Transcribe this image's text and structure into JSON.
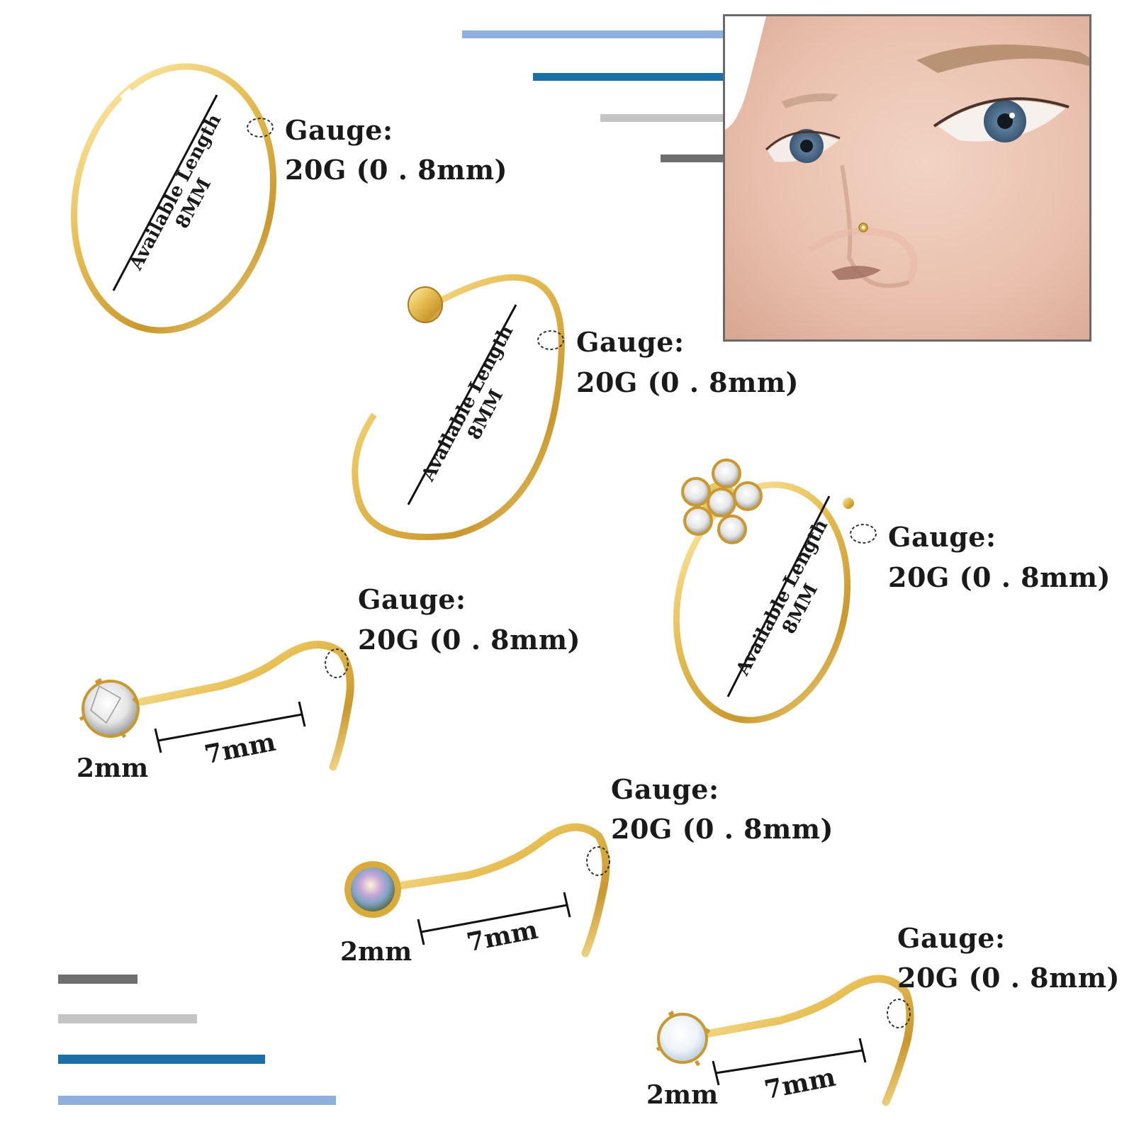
{
  "colors": {
    "gold_light": "#f6dc8a",
    "gold": "#d9ab3a",
    "gold_dark": "#a77b1a",
    "bar_light_blue": "#8fb0dc",
    "bar_blue": "#1a6fa6",
    "bar_light_gray": "#c4c4c4",
    "bar_dark_gray": "#6f6f6f"
  },
  "items": [
    {
      "type": "seamless-hoop",
      "gauge_title": "Gauge:",
      "gauge_value": "20G (0 . 8mm)",
      "length_label": "Available Length",
      "length_value": "8MM"
    },
    {
      "type": "disc-end-hoop",
      "gauge_title": "Gauge:",
      "gauge_value": "20G (0 . 8mm)",
      "length_label": "Available Length",
      "length_value": "8MM"
    },
    {
      "type": "flower-hoop",
      "gauge_title": "Gauge:",
      "gauge_value": "20G (0 . 8mm)",
      "length_label": "Available Length",
      "length_value": "8MM"
    },
    {
      "type": "clear-gem-screw",
      "gauge_title": "Gauge:",
      "gauge_value": "20G (0 . 8mm)",
      "gem_size": "2mm",
      "post_length": "7mm"
    },
    {
      "type": "ab-crystal-screw",
      "gauge_title": "Gauge:",
      "gauge_value": "20G (0 . 8mm)",
      "gem_size": "2mm",
      "post_length": "7mm"
    },
    {
      "type": "opal-screw",
      "gauge_title": "Gauge:",
      "gauge_value": "20G (0 . 8mm)",
      "gem_size": "2mm",
      "post_length": "7mm"
    }
  ],
  "photo": {
    "subject": "close-up of face wearing gold nose stud"
  }
}
